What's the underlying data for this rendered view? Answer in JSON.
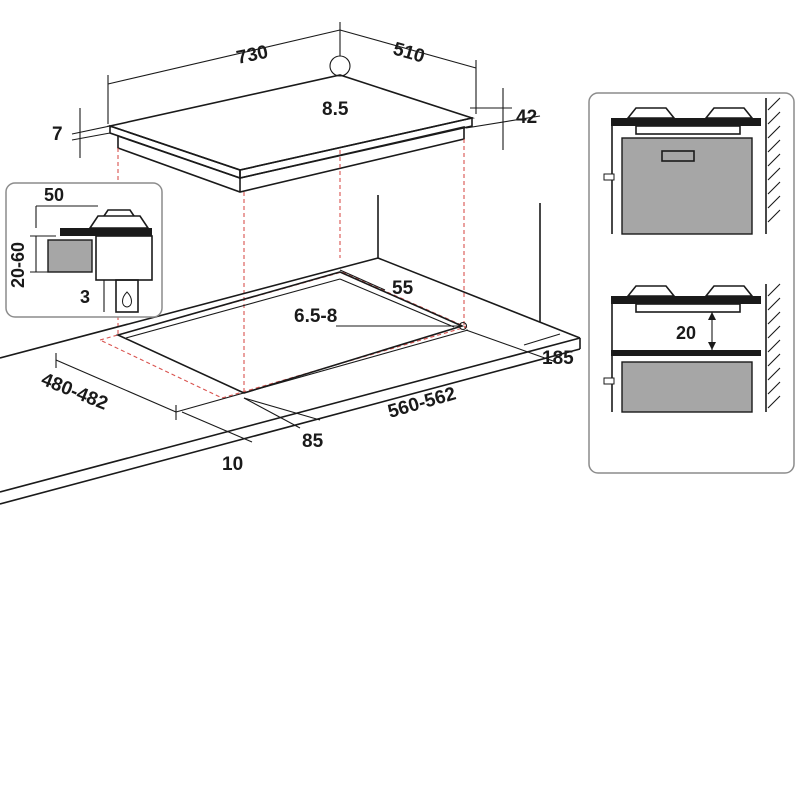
{
  "dimensions": {
    "hob_width": "730",
    "hob_depth": "510",
    "gas_inlet_diameter": "8.5",
    "hob_glass_thickness": "7",
    "hob_height": "42",
    "cutout_depth": "480-482",
    "cutout_width": "560-562",
    "side_clearance": "55",
    "hole_diameter": "6.5-8",
    "rear_clearance": "185",
    "front_offset": "85",
    "front_edge": "10"
  },
  "detail_left": {
    "clearance_top": "50",
    "worktop_thickness": "20-60",
    "gap": "3"
  },
  "detail_right": {
    "shelf_gap": "20"
  }
}
